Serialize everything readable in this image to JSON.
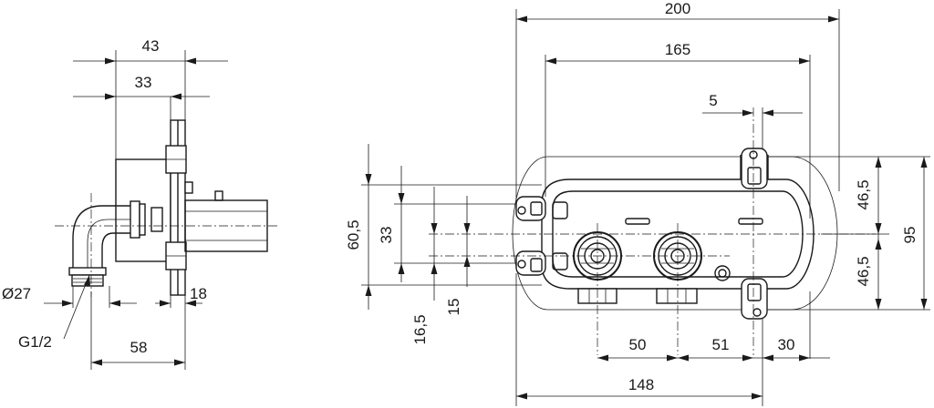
{
  "side_view": {
    "dim_43": "43",
    "dim_33": "33",
    "dim_18": "18",
    "dim_58": "58",
    "diameter_27": "Ø27",
    "thread_g12": "G1/2"
  },
  "front_view": {
    "dim_200": "200",
    "dim_165": "165",
    "dim_5": "5",
    "dim_60_5": "60,5",
    "dim_33": "33",
    "dim_16_5": "16,5",
    "dim_15": "15",
    "dim_50": "50",
    "dim_51": "51",
    "dim_30": "30",
    "dim_148": "148",
    "dim_46_5_top": "46,5",
    "dim_46_5_bottom": "46,5",
    "dim_95": "95"
  }
}
